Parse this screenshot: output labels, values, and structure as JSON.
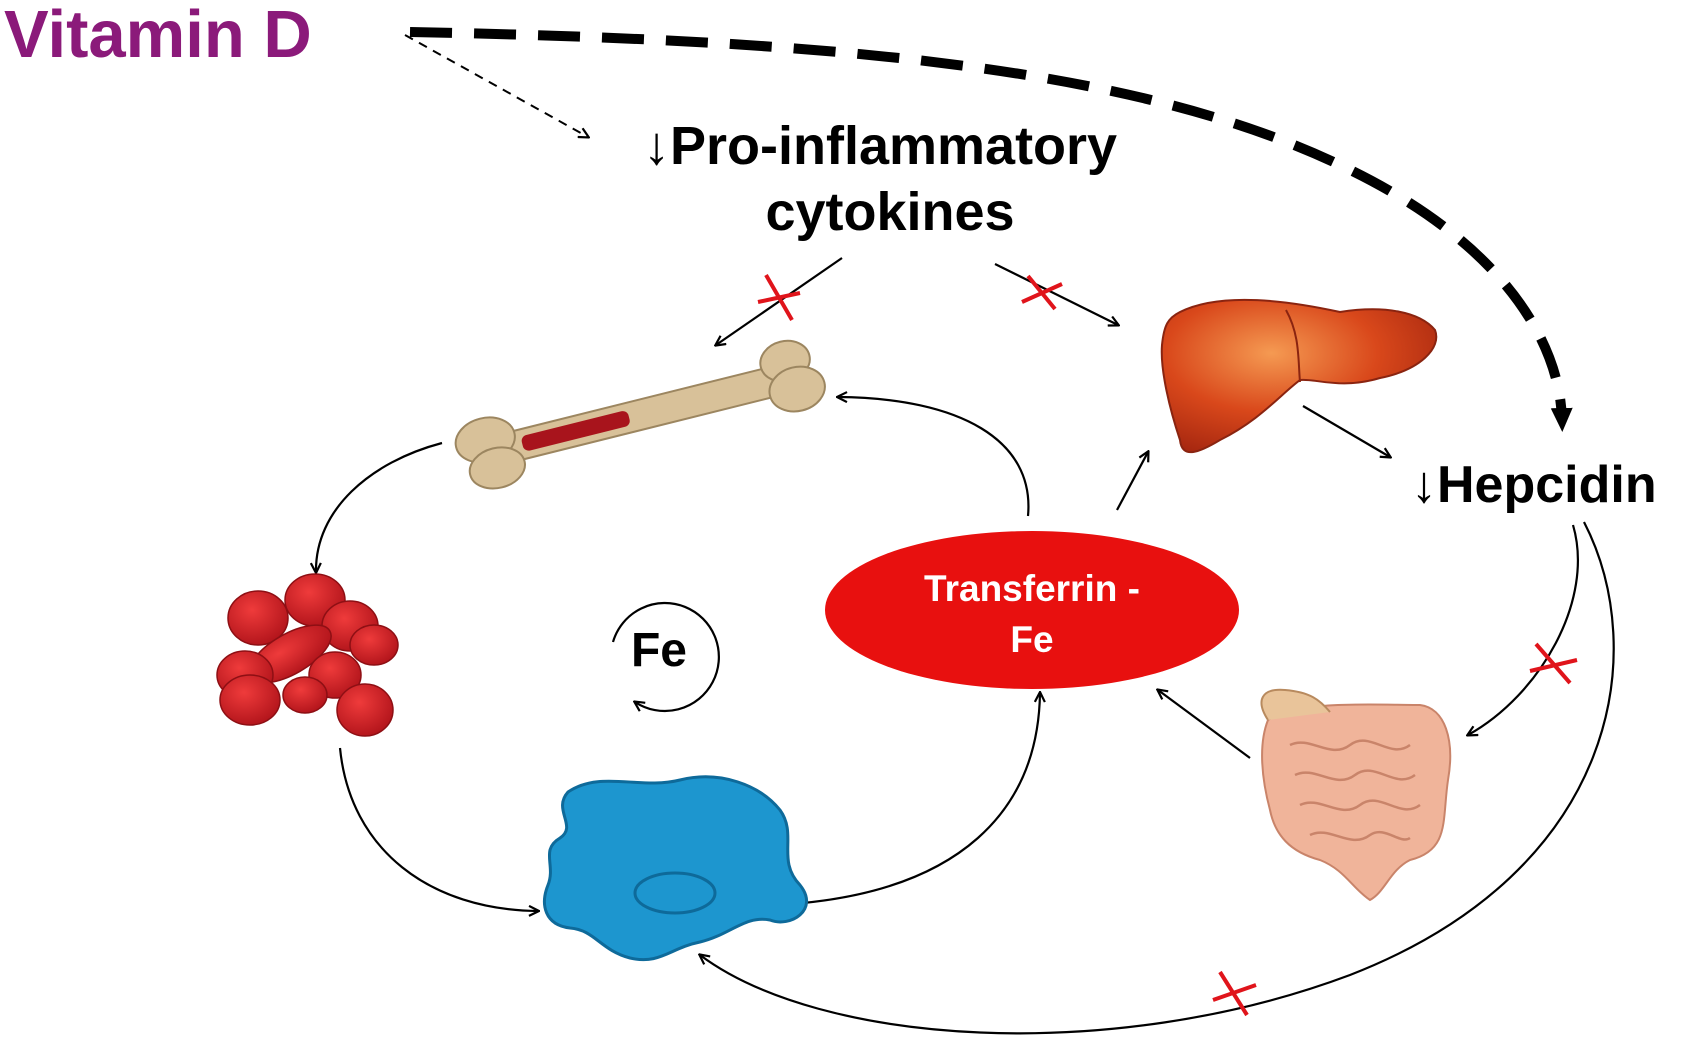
{
  "labels": {
    "vitamin_d": "Vitamin D",
    "cytokines_line1": "↓Pro-inflammatory",
    "cytokines_line2": "cytokines",
    "hepcidin": "↓Hepcidin",
    "transferrin_line1": "Transferrin -",
    "transferrin_line2": "Fe",
    "fe_cycle": "Fe"
  },
  "icons": [
    "bone-marrow-icon",
    "red-blood-cells-icon",
    "macrophage-icon",
    "liver-icon",
    "intestine-icon"
  ],
  "colors": {
    "vitamin_d": "#8b1a7a",
    "inhibition_cross": "#e0141b",
    "transferrin": "#e8100f",
    "macrophage": "#1d96cf",
    "liver": "#d8461a",
    "blood_cells": "#cc1a1f",
    "bone": "#d8c199",
    "marrow": "#a8141c",
    "intestine": "#f0b49a"
  }
}
